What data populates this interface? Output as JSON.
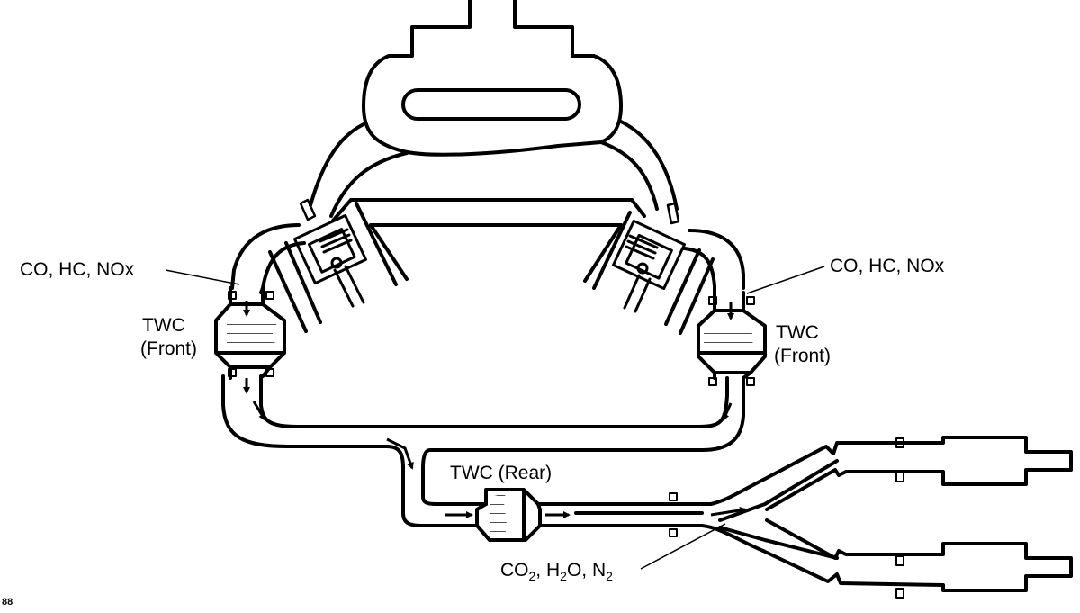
{
  "labels": {
    "gas_left": "CO, HC, NOx",
    "gas_right": "CO, HC, NOx",
    "twc_left_line1": "TWC",
    "twc_left_line2": "(Front)",
    "twc_right_line1": "TWC",
    "twc_right_line2": "(Front)",
    "twc_rear": "TWC (Rear)",
    "outlet_co": "CO",
    "outlet_co_sub": "2",
    "outlet_h": ", H",
    "outlet_h_sub": "2",
    "outlet_o_n": "O, N",
    "outlet_n_sub": "2",
    "figure_number": "88"
  },
  "colors": {
    "line": "#000000",
    "background": "#ffffff"
  },
  "icons": [
    "piston-icon",
    "spark-plug-icon",
    "catalytic-converter-icon",
    "muffler-icon",
    "flow-arrow-icon"
  ]
}
